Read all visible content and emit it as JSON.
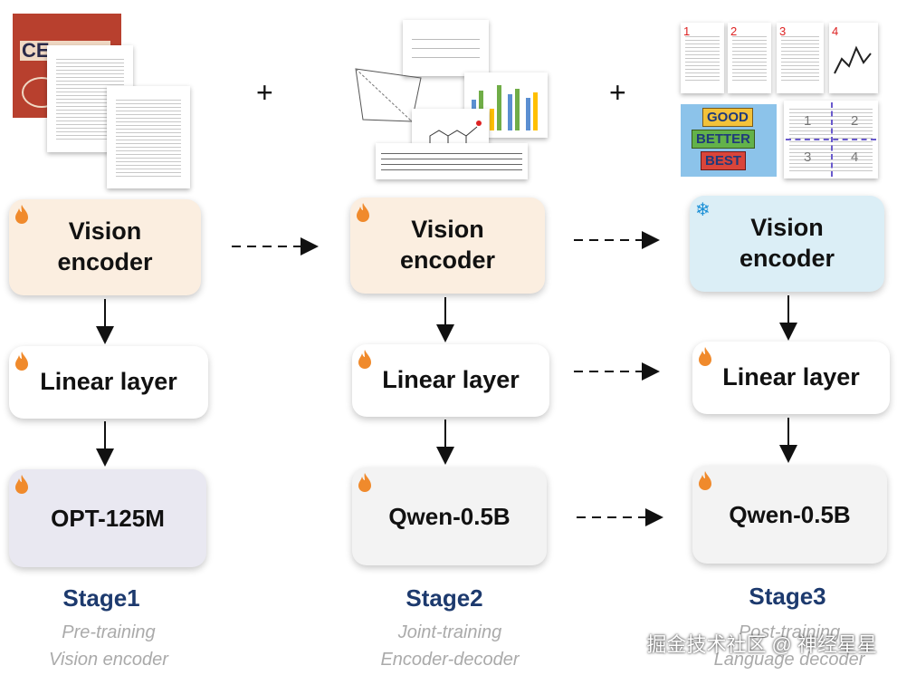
{
  "stages": [
    {
      "vision_encoder": "Vision encoder",
      "linear_layer": "Linear layer",
      "language_model": "OPT-125M",
      "stage_label": "Stage1",
      "desc_line1": "Pre-training",
      "desc_line2": "Vision encoder"
    },
    {
      "vision_encoder": "Vision encoder",
      "linear_layer": "Linear layer",
      "language_model": "Qwen-0.5B",
      "stage_label": "Stage2",
      "desc_line1": "Joint-training",
      "desc_line2": "Encoder-decoder"
    },
    {
      "vision_encoder": "Vision encoder",
      "linear_layer": "Linear layer",
      "language_model": "Qwen-0.5B",
      "stage_label": "Stage3",
      "desc_line1": "Post-training",
      "desc_line2": "Language decoder"
    }
  ],
  "plus": "+",
  "sign_words": [
    "GOOD",
    "BETTER",
    "BEST"
  ],
  "page_numbers_top": [
    "1",
    "2",
    "3",
    "4"
  ],
  "page_numbers_grid": [
    "1",
    "2",
    "3",
    "4"
  ],
  "poster_letters": "CE",
  "watermark": "掘金技术社区 @ 神经星星",
  "colors": {
    "vision_encoder_trainable": "#fbeee0",
    "vision_encoder_frozen": "#dbeef6",
    "linear_layer": "#ffffff",
    "opt_box": "#e9e8f1",
    "qwen_box": "#f3f3f3",
    "stage_text": "#1d3a6e",
    "sub_text": "#aaaaaa",
    "fire_icon": "#f08a2c",
    "snowflake_icon": "#1a8fd6"
  }
}
